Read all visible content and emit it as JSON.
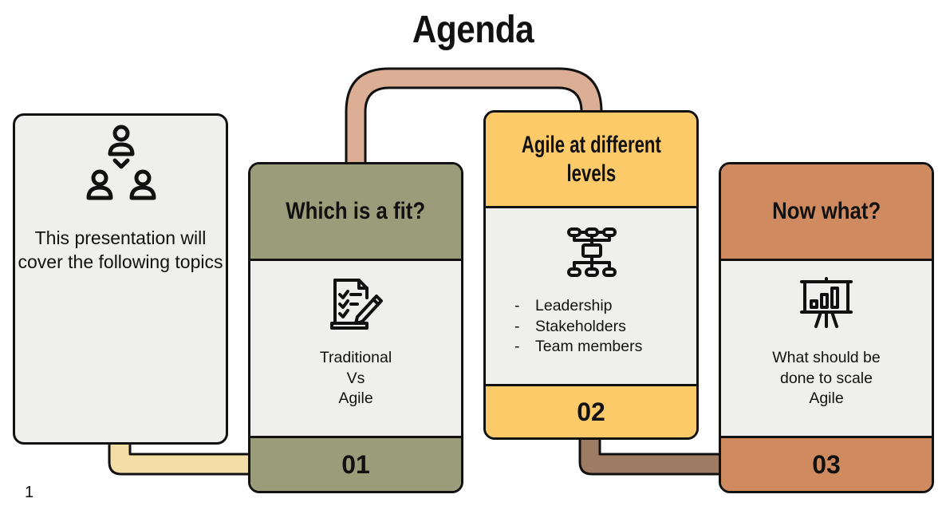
{
  "title": "Agenda",
  "intro": {
    "icon": "hierarchy-people-icon",
    "text": "This presentation will cover the following topics"
  },
  "cards": [
    {
      "heading": "Which is a fit?",
      "icon": "checklist-pencil-icon",
      "lines": [
        "Traditional",
        "Vs",
        "Agile"
      ],
      "number": "01",
      "color": "#9b9c79"
    },
    {
      "heading_lines": [
        "Agile at different",
        "levels"
      ],
      "icon": "org-chart-icon",
      "bullets": [
        "Leadership",
        "Stakeholders",
        "Team members"
      ],
      "number": "02",
      "color": "#fdca6a"
    },
    {
      "heading": "Now what?",
      "icon": "presentation-chart-icon",
      "lines": [
        "What should be",
        "done to scale",
        "Agile"
      ],
      "number": "03",
      "color": "#d08a60"
    }
  ],
  "arrow_colors": {
    "intro_to_01": "#f3dfa6",
    "01_to_02": "#dcae96",
    "02_to_03": "#9e7b63"
  },
  "page_number": "1"
}
